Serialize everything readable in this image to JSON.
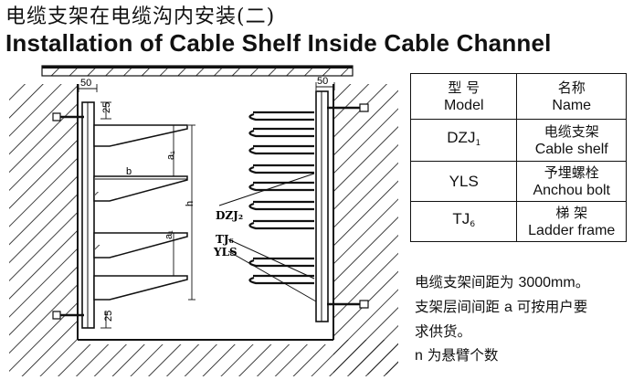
{
  "title": {
    "chinese": "电缆支架在电缆沟内安装(二)",
    "english": "Installation of Cable Shelf Inside Cable Channel"
  },
  "drawing": {
    "dimensions": {
      "top_left": "50",
      "top_right": "50",
      "top_gap": "25",
      "bottom_gap": "25",
      "arm_length": "b",
      "tier_gap": "a₁",
      "tier_gap_lower": "a₁",
      "height": "h"
    },
    "callouts": {
      "dzj": "DZJ₂",
      "tj": "TJ₆",
      "yls": "YLS"
    }
  },
  "table": {
    "header": {
      "model_cn": "型    号",
      "model_en": "Model",
      "name_cn": "名称",
      "name_en": "Name"
    },
    "rows": [
      {
        "model": "DZJ",
        "model_sub": "1",
        "name_cn": "电缆支架",
        "name_en": "Cable shelf"
      },
      {
        "model": "YLS",
        "model_sub": "",
        "name_cn": "予埋螺栓",
        "name_en": "Anchou bolt"
      },
      {
        "model": "TJ",
        "model_sub": "6",
        "name_cn": "梯      架",
        "name_en": "Ladder frame"
      }
    ]
  },
  "notes": {
    "line1_pre": "电缆支架间距为 ",
    "line1_num": "3000mm",
    "line1_post": "。",
    "line2_pre": "支架层间间距 ",
    "line2_num": "a",
    "line2_post": " 可按用户要",
    "line3": "求供货。",
    "line4_num": "n",
    "line4_post": " 为悬臂个数"
  }
}
